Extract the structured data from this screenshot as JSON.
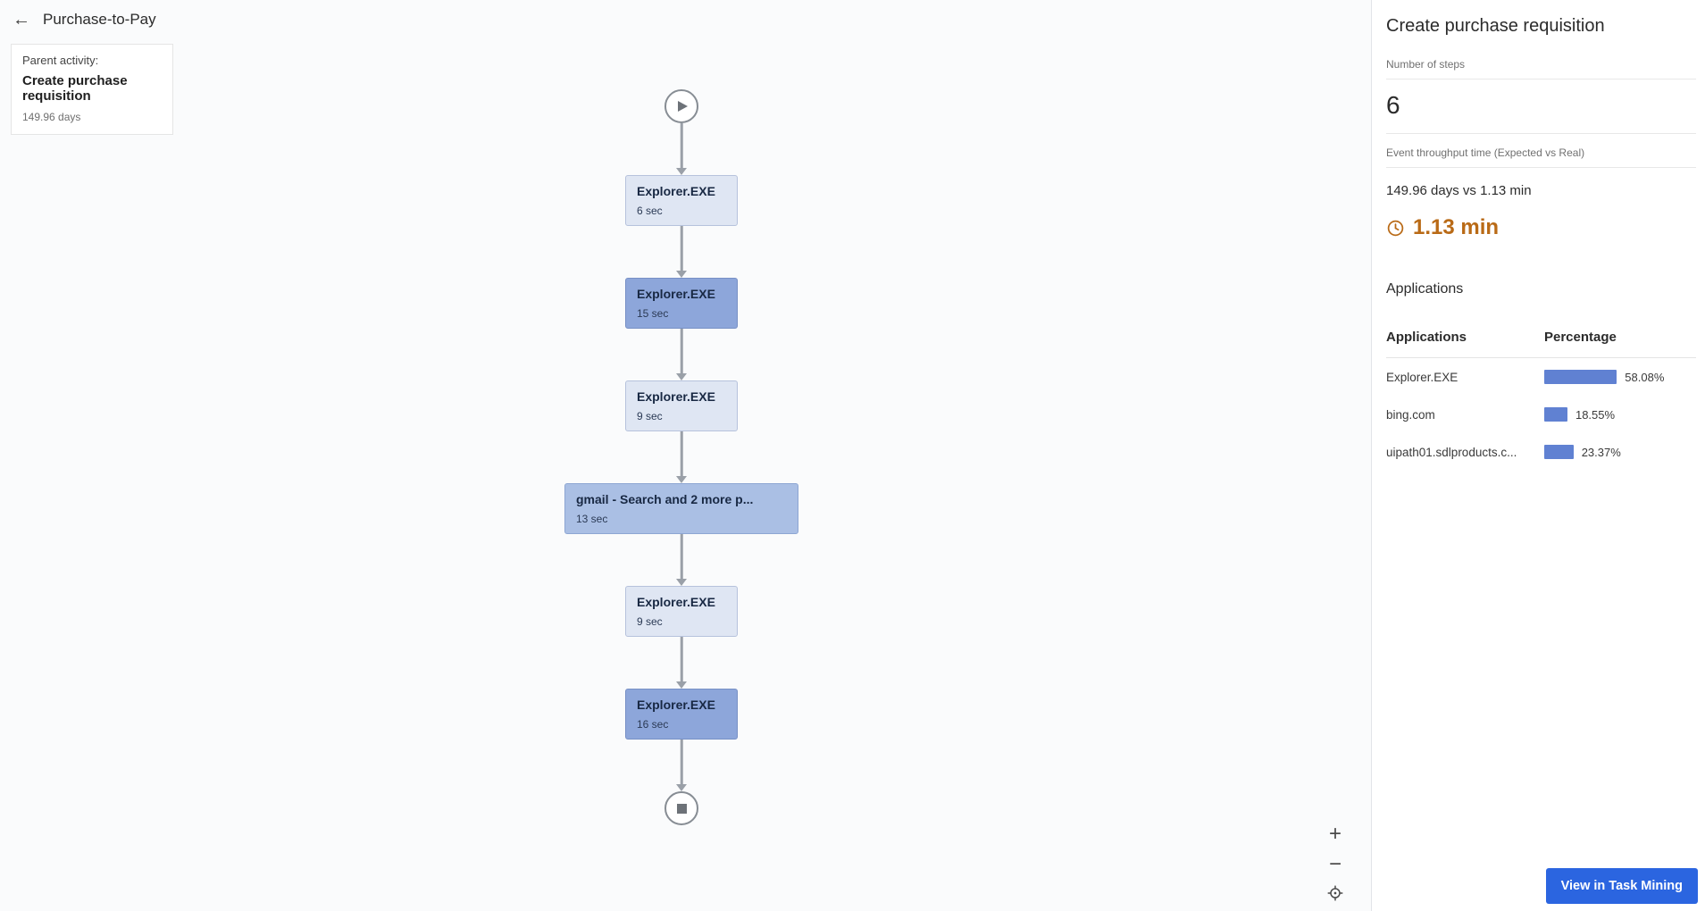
{
  "header": {
    "title": "Purchase-to-Pay"
  },
  "parent_activity_card": {
    "label": "Parent activity:",
    "name": "Create purchase requisition",
    "duration": "149.96 days"
  },
  "flow": {
    "nodes": [
      {
        "label": "Explorer.EXE",
        "duration": "6 sec",
        "variant": "light"
      },
      {
        "label": "Explorer.EXE",
        "duration": "15 sec",
        "variant": "dark"
      },
      {
        "label": "Explorer.EXE",
        "duration": "9 sec",
        "variant": "light"
      },
      {
        "label": "gmail - Search and 2 more p...",
        "duration": "13 sec",
        "variant": "medium"
      },
      {
        "label": "Explorer.EXE",
        "duration": "9 sec",
        "variant": "light"
      },
      {
        "label": "Explorer.EXE",
        "duration": "16 sec",
        "variant": "dark"
      }
    ]
  },
  "zoom_controls": {
    "zoom_in": "+",
    "zoom_out": "−"
  },
  "details_panel": {
    "title": "Create purchase requisition",
    "number_of_steps_label": "Number of steps",
    "number_of_steps": "6",
    "throughput_label": "Event throughput time (Expected vs Real)",
    "throughput_comparison": "149.96 days vs 1.13 min",
    "throughput_real": "1.13 min",
    "applications_section_label": "Applications",
    "table": {
      "headers": [
        "Applications",
        "Percentage"
      ],
      "rows": [
        {
          "application": "Explorer.EXE",
          "percentage": "58.08%",
          "value": 58.08
        },
        {
          "application": "bing.com",
          "percentage": "18.55%",
          "value": 18.55
        },
        {
          "application": "uipath01.sdlproducts.c...",
          "percentage": "23.37%",
          "value": 23.37
        }
      ]
    },
    "action_button": "View in Task Mining"
  },
  "colors": {
    "accent_blue": "#2b65e0",
    "bar_blue": "#6081d2",
    "throughput_orange": "#b96a16",
    "node_light_bg": "#dfe6f3",
    "node_dark_bg": "#8da6da",
    "node_medium_bg": "#aabfe4",
    "arrow_gray": "#9aa0a8"
  }
}
